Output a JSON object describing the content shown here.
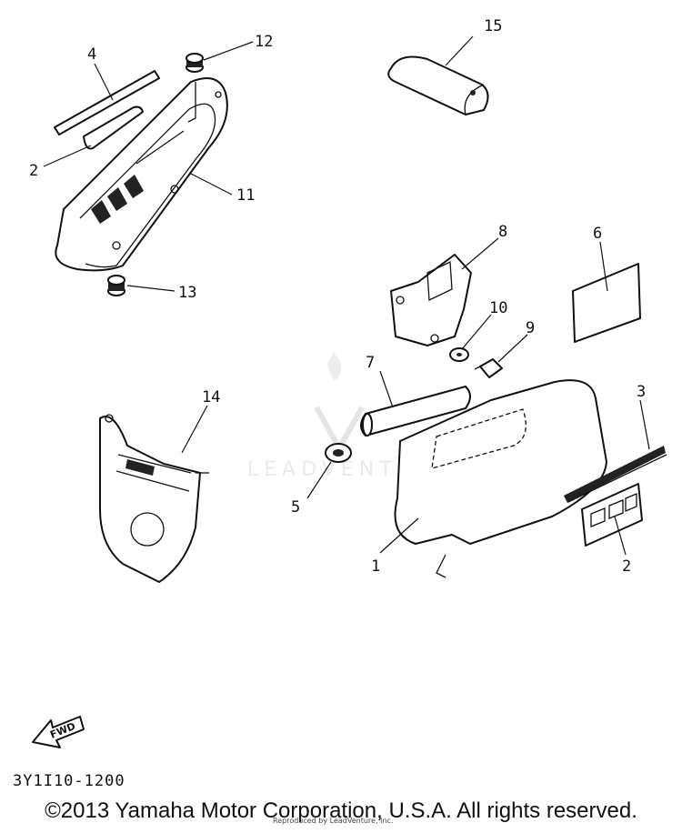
{
  "diagram": {
    "callouts": [
      "1",
      "2",
      "2",
      "3",
      "4",
      "5",
      "6",
      "7",
      "8",
      "9",
      "10",
      "11",
      "12",
      "13",
      "14",
      "15"
    ],
    "part_code": "3Y1I10-1200",
    "fwd_label": "FWD",
    "watermark": "LEADVENTURE"
  },
  "footer": {
    "copyright": "©2013 Yamaha Motor Corporation, U.S.A. All rights reserved.",
    "reproduced": "Reproduced by LeadVenture, Inc."
  }
}
